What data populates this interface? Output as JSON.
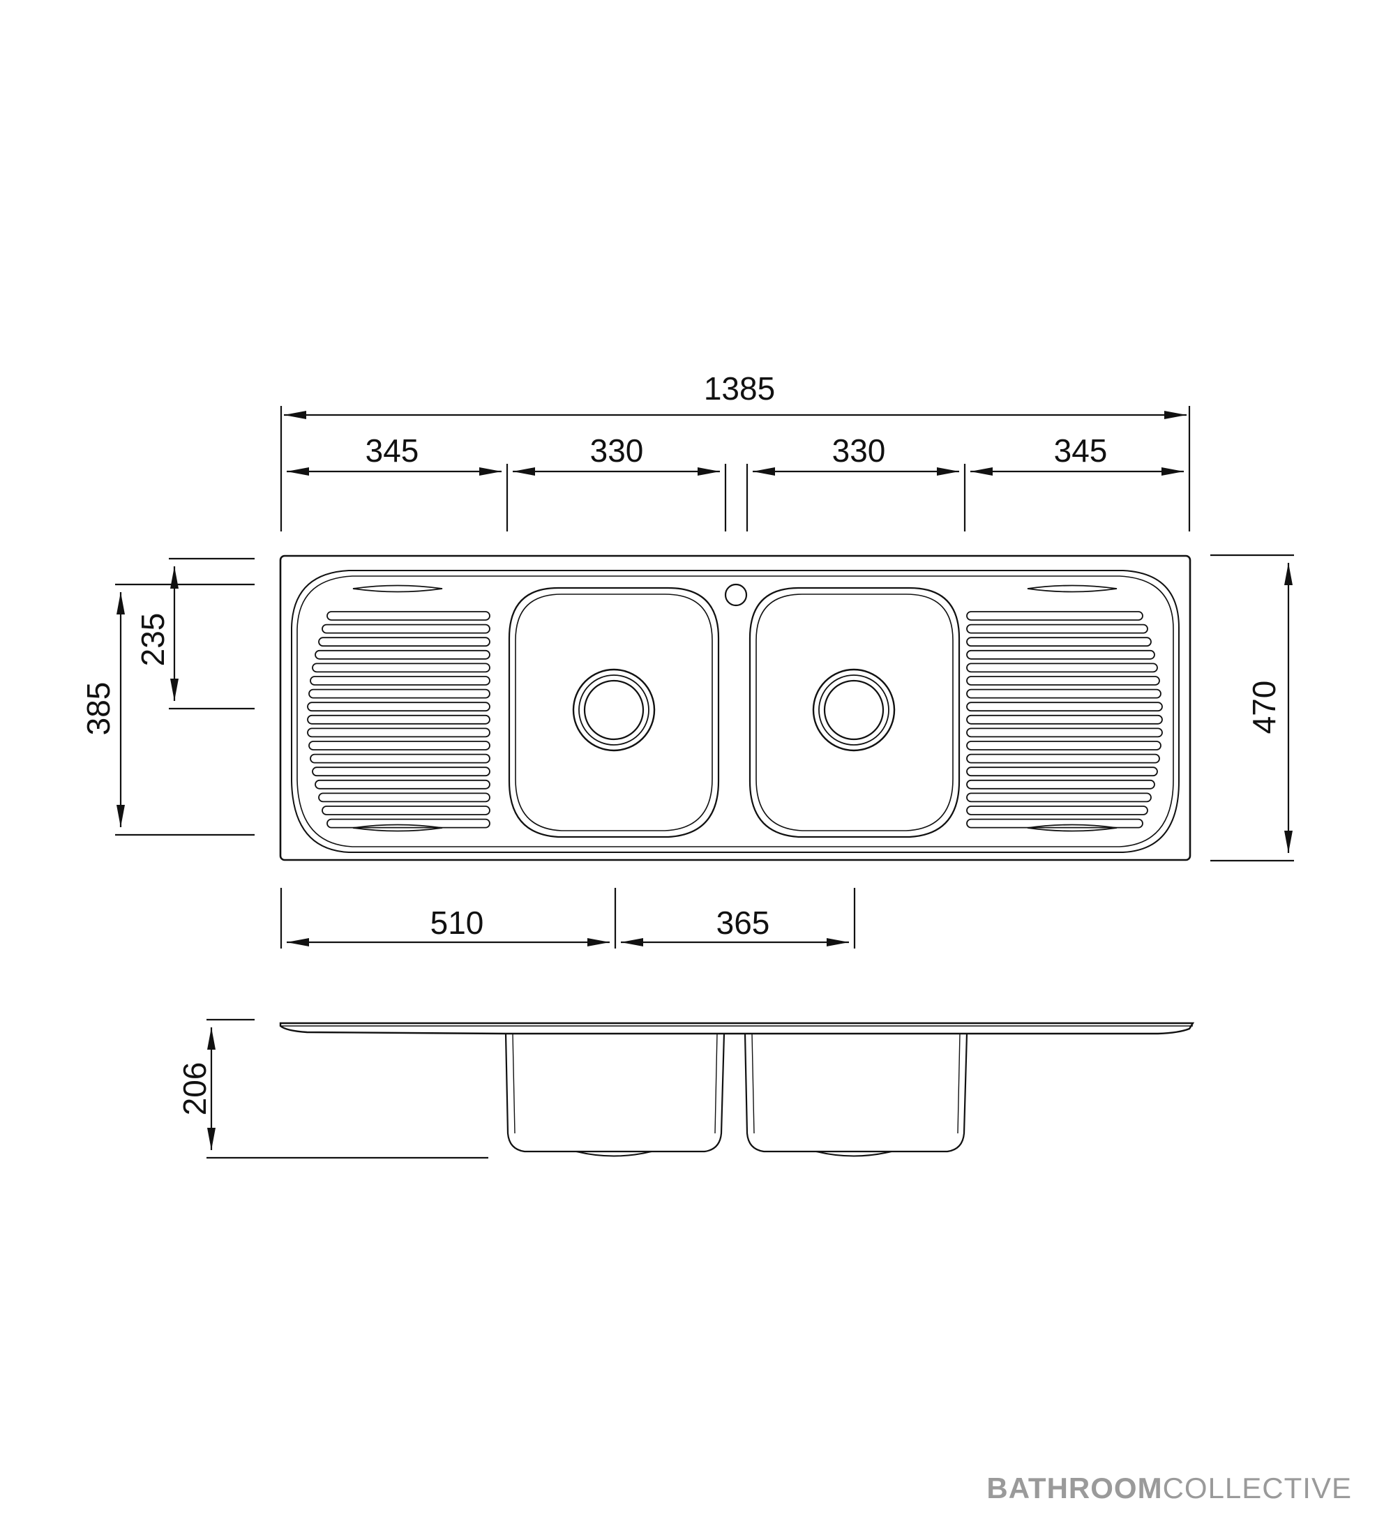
{
  "dimensions": {
    "overall_width": "1385",
    "left_drainer": "345",
    "left_bowl": "330",
    "right_bowl": "330",
    "right_drainer": "345",
    "bowl_depth_front": "235",
    "bowl_length": "385",
    "overall_depth": "470",
    "waste_offset_left": "510",
    "waste_spacing": "365",
    "bowl_height": "206"
  },
  "brand": {
    "bold": "BATHROOM",
    "light": "COLLECTIVE",
    "color": "#9a9a9a"
  }
}
